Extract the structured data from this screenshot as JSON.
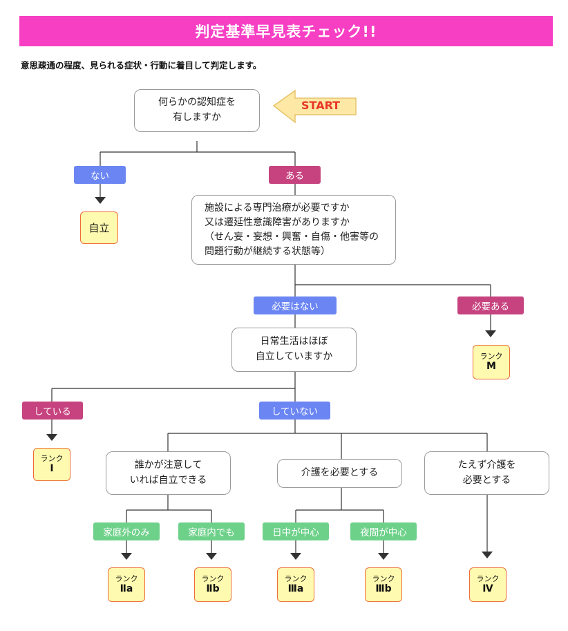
{
  "header": {
    "title": "判定基準早見表チェック!!",
    "subtitle": "意思疎通の程度、見られる症状・行動に着目して判定します。"
  },
  "start": {
    "label": "START"
  },
  "questions": {
    "q1": "何らかの認知症を\n有しますか",
    "q2": "施設による専門治療が必要ですか\n又は遷延性意識障害がありますか\n（せん妄・妄想・興奮・自傷・他害等の\n問題行動が継続する状態等）",
    "q3": "日常生活はほぼ\n自立していますか",
    "q4": "誰かが注意して\nいれば自立できる",
    "q5": "介護を必要とする",
    "q6": "たえず介護を\n必要とする"
  },
  "answers": {
    "nai": "ない",
    "aru": "ある",
    "hitsuyou_nai": "必要はない",
    "hitsuyou_aru": "必要ある",
    "shiteiru": "している",
    "shiteinai": "していない",
    "katei_gai": "家庭外のみ",
    "katei_nai": "家庭内でも",
    "nicchu": "日中が中心",
    "yakan": "夜間が中心"
  },
  "results": {
    "jiritsu": "自立",
    "rank_label": "ランク",
    "m": "M",
    "i": "Ⅰ",
    "iia": "Ⅱa",
    "iib": "Ⅱb",
    "iiia": "Ⅲa",
    "iiib": "Ⅲb",
    "iv": "Ⅳ"
  },
  "colors": {
    "banner": "#f73fc4",
    "tag_blue": "#6b86f3",
    "tag_magenta": "#c6437f",
    "tag_green": "#6ed18a",
    "result_fill": "#fefab0",
    "result_border": "#ee6d35",
    "start_arrow": "#fde8a6",
    "start_text": "#e8362a"
  }
}
